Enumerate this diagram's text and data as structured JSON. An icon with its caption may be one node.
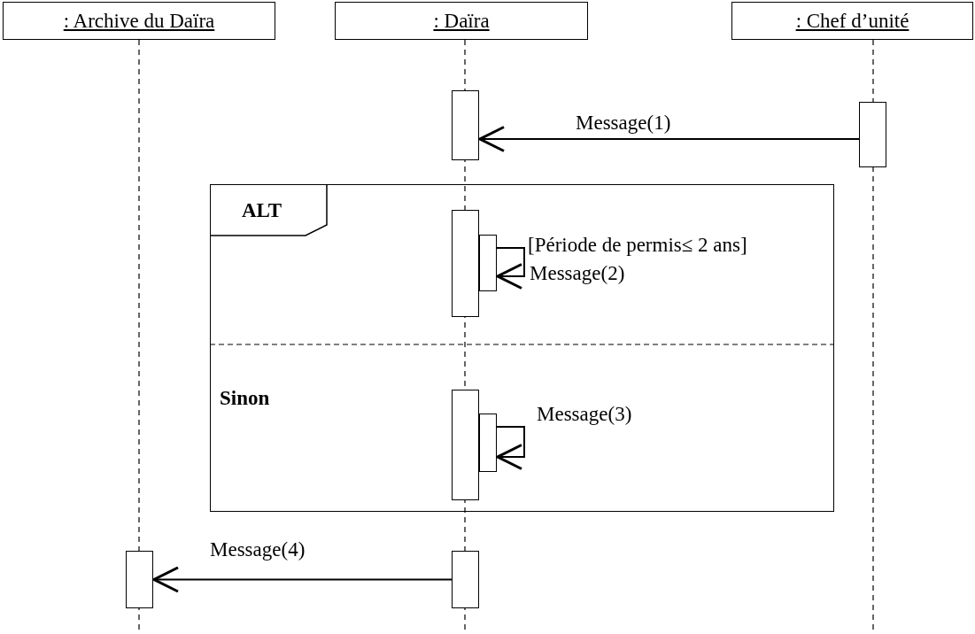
{
  "diagram": {
    "nodes": [
      {
        "text": [
          ": Archive du Daïra"
        ]
      },
      {
        "text": [
          ": Daïra"
        ]
      },
      {
        "text": [
          ": Chef d’unité"
        ]
      },
      {
        "text": [],
        "shape": "bar"
      },
      {
        "text": [],
        "shape": "bar"
      },
      {
        "text": [
          "ALT",
          "Sinon"
        ]
      },
      {
        "text": [],
        "shape": "bar",
        "in": 5
      },
      {
        "text": [],
        "shape": "bar",
        "in": 5
      },
      {
        "text": [],
        "shape": "bar",
        "in": 5
      },
      {
        "text": [],
        "shape": "bar",
        "in": 5
      },
      {
        "text": [],
        "shape": "bar"
      },
      {
        "text": [],
        "shape": "bar"
      }
    ],
    "edges": [
      {
        "from": 4,
        "to": 3,
        "arrow": "to",
        "label": "Message(1)"
      },
      {
        "from": 7,
        "to": 7,
        "arrow": "to",
        "label": "Message(2)"
      },
      {
        "from": 9,
        "to": 9,
        "arrow": "to",
        "label": "Message(3)"
      },
      {
        "from": 11,
        "to": 10,
        "arrow": "to",
        "label": "Message(4)"
      }
    ],
    "labels": [
      "[Période de permis≤ 2 ans]"
    ]
  }
}
